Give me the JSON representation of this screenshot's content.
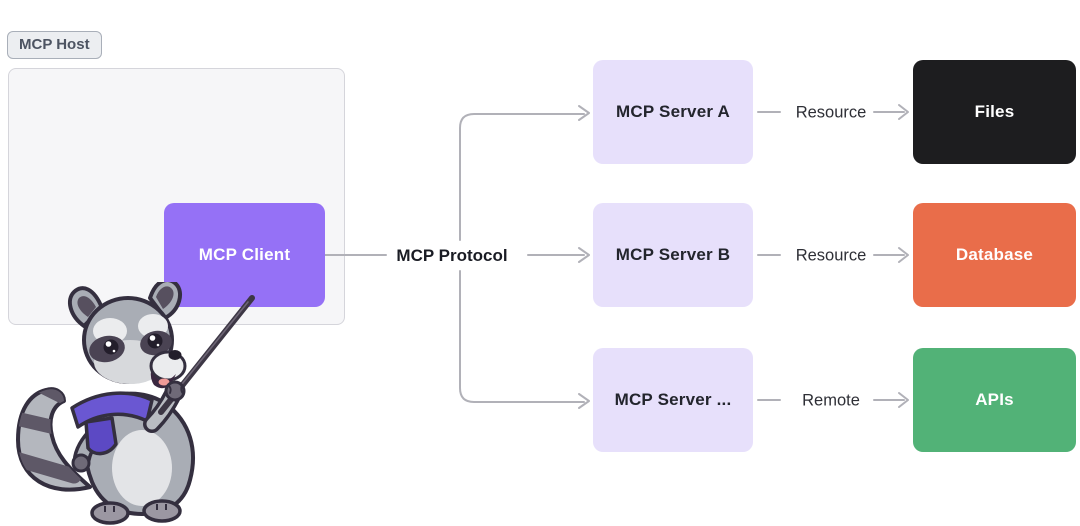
{
  "host": {
    "label": "MCP Host"
  },
  "client": {
    "label": "MCP Client"
  },
  "protocol": {
    "label": "MCP Protocol"
  },
  "rows": [
    {
      "server": "MCP Server A",
      "link": "Resource",
      "target": "Files"
    },
    {
      "server": "MCP Server B",
      "link": "Resource",
      "target": "Database"
    },
    {
      "server": "MCP Server ...",
      "link": "Remote",
      "target": "APIs"
    }
  ],
  "mascot": {
    "icon": "raccoon-with-pointer-stick"
  },
  "colors": {
    "client_bg": "#9571f6",
    "server_bg": "#e7e0fb",
    "files_bg": "#1d1d1f",
    "database_bg": "#e96d4a",
    "apis_bg": "#52b277",
    "host_bg": "#f6f6f8",
    "host_border": "#d5d5db",
    "wire": "#b1b1b8",
    "scarf": "#6a57d2",
    "dark_text": "#23252d"
  }
}
